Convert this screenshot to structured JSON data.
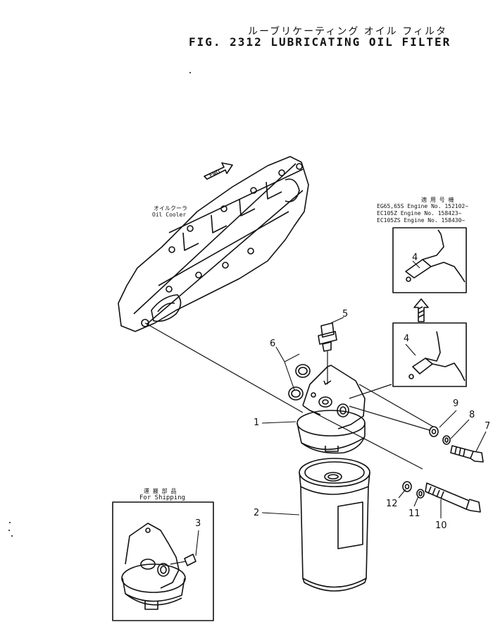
{
  "header": {
    "title_jp": "ルーブリケーティング オイル フィルタ",
    "title_en": "FIG. 2312  LUBRICATING OIL FILTER"
  },
  "labels": {
    "fwd": "FWD",
    "oil_cooler_jp": "オイルクーラ",
    "oil_cooler_en": "Oil Cooler",
    "applicable_jp": "適 用 号 機",
    "engine_line1": "EG65,65S  Engine  No.  152102~",
    "engine_line2": "EC105Z    Engine  No.  158423~",
    "engine_line3": "EC105ZS   Engine  No.  158430~",
    "shipping_jp": "運 搬 部 品",
    "shipping_en": "For Shipping"
  },
  "callouts": [
    "1",
    "2",
    "3",
    "4",
    "4",
    "5",
    "6",
    "7",
    "8",
    "9",
    "10",
    "11",
    "12"
  ]
}
